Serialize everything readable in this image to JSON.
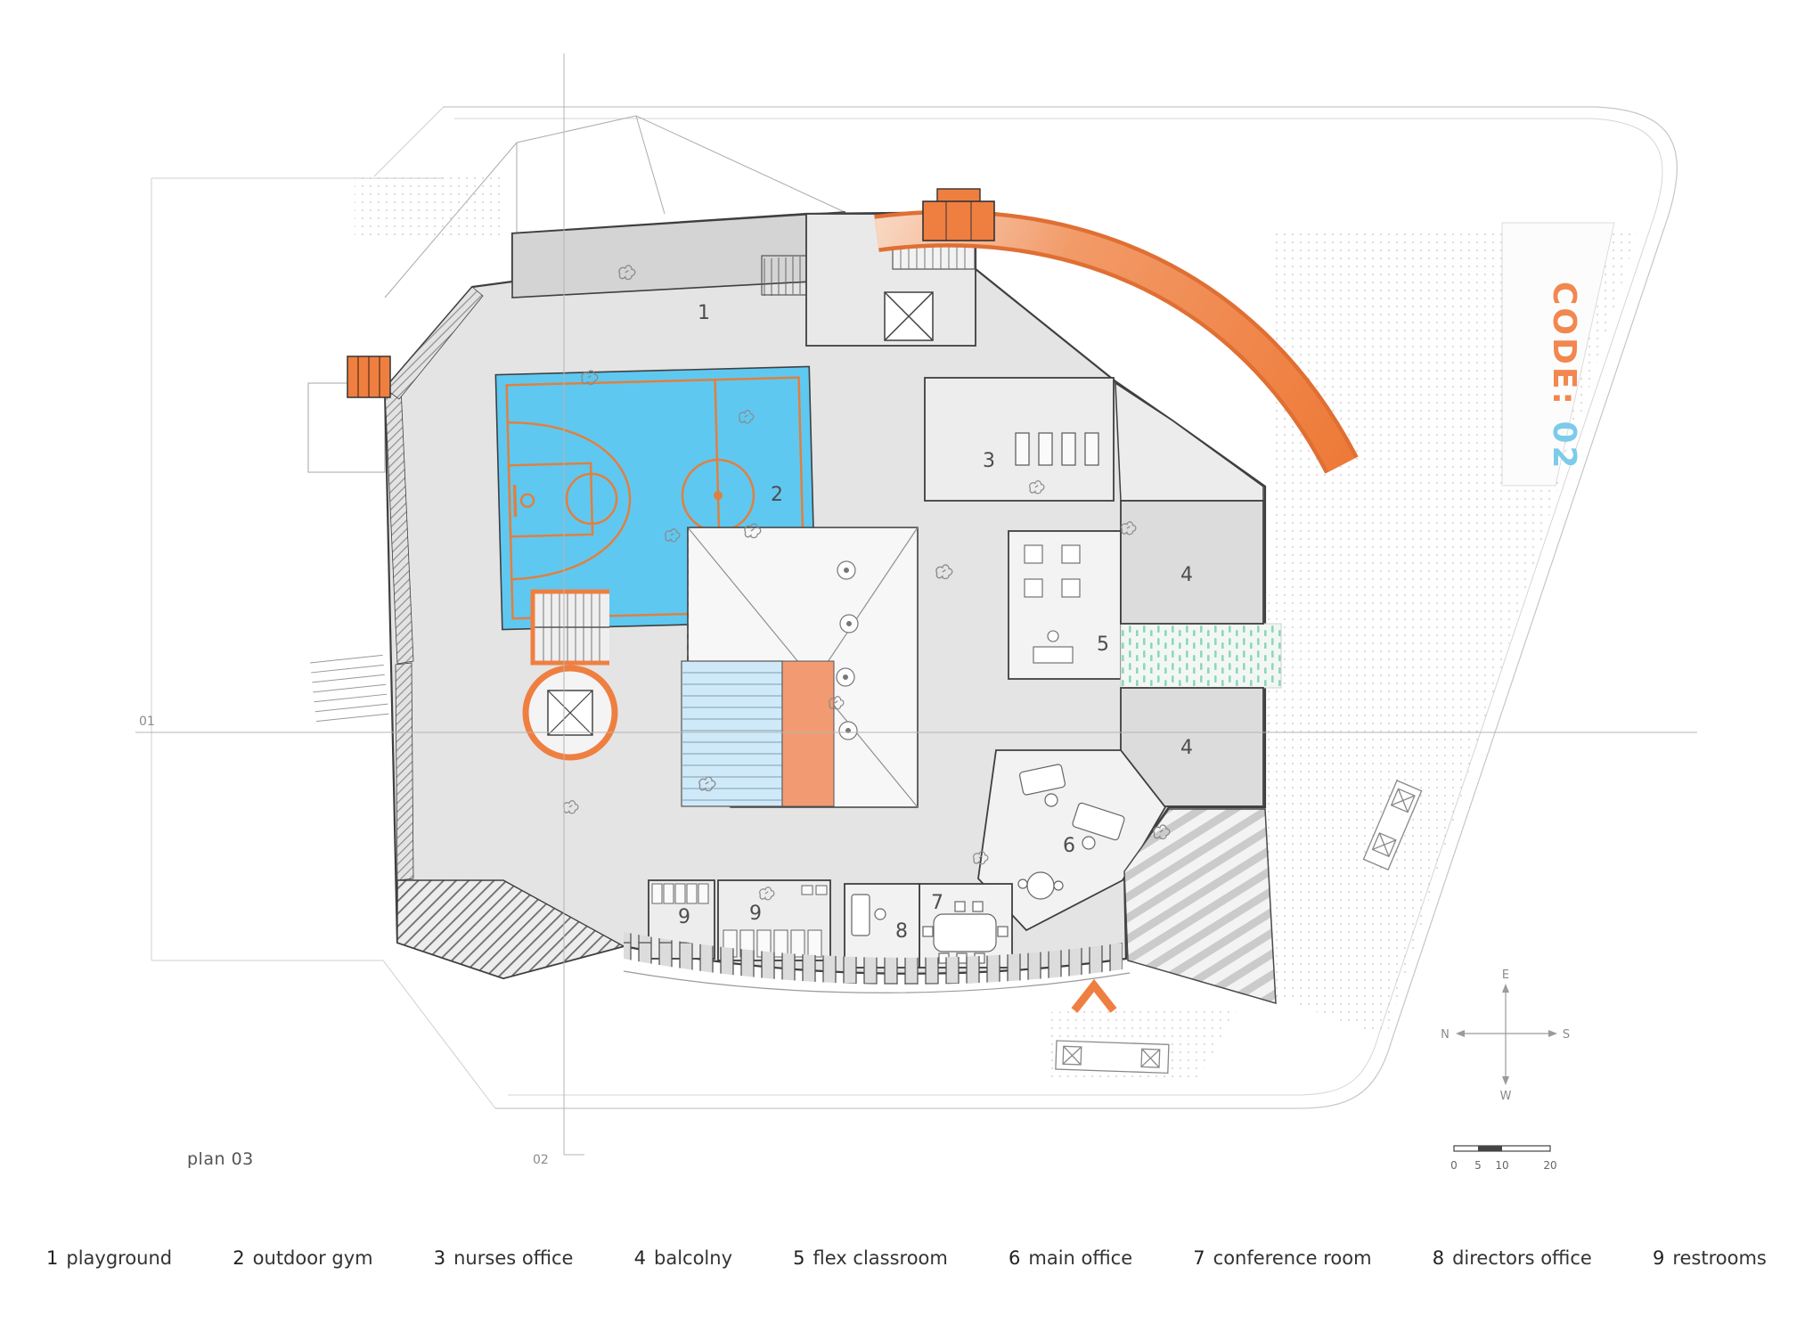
{
  "plan": {
    "title": "plan 03",
    "code_label": {
      "prefix": "CODE:",
      "suffix": "02"
    },
    "sections": {
      "h_label": "01",
      "v_label": "02"
    },
    "room_labels": [
      {
        "num": "1"
      },
      {
        "num": "2"
      },
      {
        "num": "3"
      },
      {
        "num": "4"
      },
      {
        "num": "5"
      },
      {
        "num": "4"
      },
      {
        "num": "6"
      },
      {
        "num": "7"
      },
      {
        "num": "8"
      },
      {
        "num": "9"
      },
      {
        "num": "9"
      }
    ]
  },
  "compass": {
    "top": "E",
    "right": "S",
    "bottom": "W",
    "left": "N"
  },
  "scale_bar": {
    "ticks": [
      "0",
      "5",
      "10",
      "20"
    ]
  },
  "legend": {
    "items": [
      {
        "num": "1",
        "label": "playground"
      },
      {
        "num": "2",
        "label": "outdoor gym"
      },
      {
        "num": "3",
        "label": "nurses office"
      },
      {
        "num": "4",
        "label": "balcolny"
      },
      {
        "num": "5",
        "label": "flex classroom"
      },
      {
        "num": "6",
        "label": "main office"
      },
      {
        "num": "7",
        "label": "conference room"
      },
      {
        "num": "8",
        "label": "directors office"
      },
      {
        "num": "9",
        "label": "restrooms"
      }
    ]
  },
  "colors": {
    "court_blue": "#5fc8f1",
    "accent_orange": "#ef7f41",
    "salmon": "#f29b72",
    "stair_blue": "#cfe9f8",
    "mint": "#8fd8b8",
    "code_orange": "#f2874f",
    "code_blue": "#7ccbe8"
  }
}
